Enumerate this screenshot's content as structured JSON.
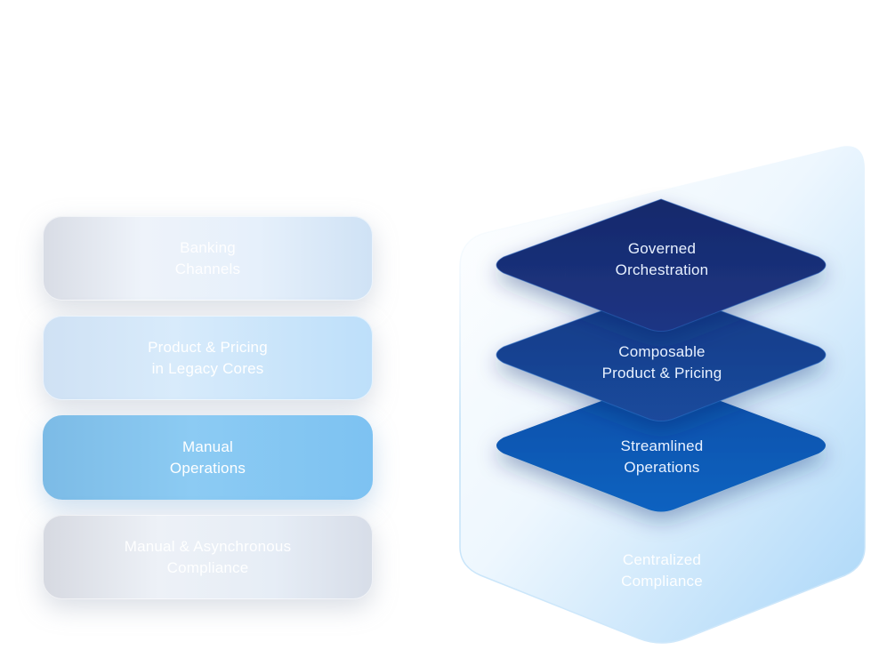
{
  "legacy_stack": [
    {
      "line1": "Banking",
      "line2": "Channels"
    },
    {
      "line1": "Product & Pricing",
      "line2": "in Legacy Cores"
    },
    {
      "line1": "Manual",
      "line2": "Operations"
    },
    {
      "line1": "Manual & Asynchronous",
      "line2": "Compliance"
    }
  ],
  "modern_stack": {
    "layers": [
      {
        "line1": "Governed",
        "line2": "Orchestration"
      },
      {
        "line1": "Composable",
        "line2": "Product & Pricing"
      },
      {
        "line1": "Streamlined",
        "line2": "Operations"
      }
    ],
    "base": {
      "line1": "Centralized",
      "line2": "Compliance"
    }
  },
  "colors": {
    "layer_top": "#1b2f7a",
    "layer_middle": "#163f8f",
    "layer_bottom": "#0d5cb5",
    "base_light": "#e6f3fd",
    "base_accent": "#a9d6f8"
  }
}
